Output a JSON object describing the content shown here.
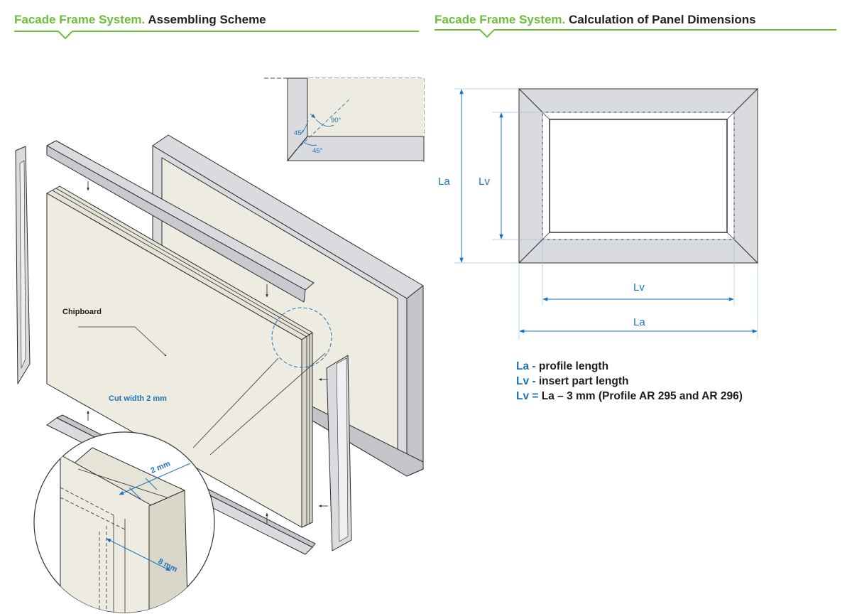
{
  "left_header": {
    "green": "Facade Frame System.",
    "black": "Assembling Scheme"
  },
  "right_header": {
    "green": "Facade Frame System.",
    "black": "Calculation of Panel Dimensions"
  },
  "assembly": {
    "chipboard_label": "Chipboard",
    "cut_width_label": "Cut width 2 mm",
    "angle_90": "90°",
    "angle_45_a": "45°",
    "angle_45_b": "45°",
    "dim_2mm": "2 mm",
    "dim_8mm": "8 mm"
  },
  "dimensions": {
    "la_vertical": "La",
    "lv_vertical": "Lv",
    "lv_horizontal": "Lv",
    "la_horizontal": "La"
  },
  "legend": [
    {
      "sym": "La -",
      "text": " profile length"
    },
    {
      "sym": "Lv -",
      "text": " insert part length"
    },
    {
      "sym": "Lv =",
      "text": " La – 3 mm (Profile AR 295 and AR 296)"
    }
  ],
  "colors": {
    "green": "#6cbf3a",
    "blue": "#1a74bc",
    "panel": "#eeece0",
    "profile": "#dadbdf"
  }
}
